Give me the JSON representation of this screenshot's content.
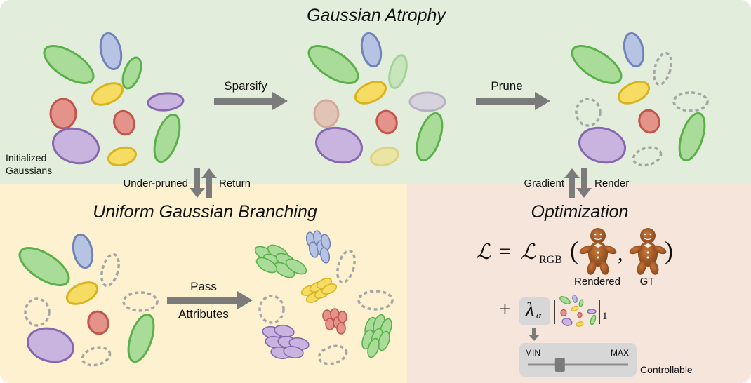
{
  "sections": {
    "atrophy_title": "Gaussian Atrophy",
    "branching_title": "Uniform Gaussian Branching",
    "optimization_title": "Optimization"
  },
  "labels": {
    "initialized_line1": "Initialized",
    "initialized_line2": "Gaussians",
    "sparsify": "Sparsify",
    "prune": "Prune",
    "under_pruned": "Under-pruned",
    "return": "Return",
    "gradient": "Gradient",
    "render": "Render",
    "pass": "Pass",
    "attributes": "Attributes",
    "rendered": "Rendered",
    "gt": "GT",
    "min": "MIN",
    "max": "MAX",
    "controllable": "Controllable"
  },
  "equation": {
    "loss": "ℒ",
    "equals": "=",
    "loss_rgb": "ℒ",
    "rgb_sub": "RGB",
    "open_paren": "(",
    "comma": ",",
    "close_paren": ")",
    "plus": "+",
    "lambda": "λ",
    "alpha_sub": "α",
    "norm_sub": "1"
  },
  "colors": {
    "green": "#a9dc98",
    "green_stroke": "#5cb04c",
    "blue": "#b6c3e3",
    "blue_stroke": "#7183b8",
    "yellow": "#f6dc62",
    "yellow_stroke": "#d9b41f",
    "red": "#e3938a",
    "red_stroke": "#c1564c",
    "purple": "#c8b4de",
    "purple_stroke": "#8568ad",
    "arrow": "#7b7b7b",
    "dashed": "#a6a6a6",
    "top_bg": "#e2eedb",
    "bottom_left_bg": "#fdf1cf",
    "bottom_right_bg": "#f6e5db"
  },
  "slider": {
    "level": 0.32
  }
}
